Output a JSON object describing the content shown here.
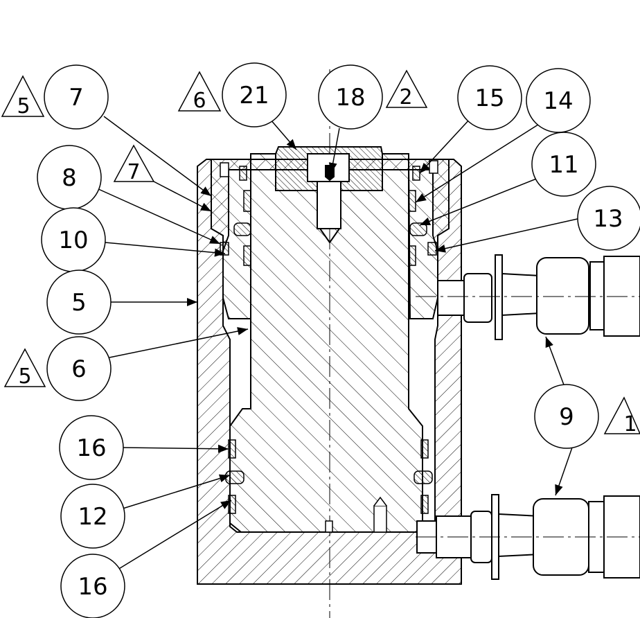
{
  "balloons": [
    {
      "id": "b7",
      "label": "7"
    },
    {
      "id": "b21",
      "label": "21"
    },
    {
      "id": "b18",
      "label": "18"
    },
    {
      "id": "b15",
      "label": "15"
    },
    {
      "id": "b14",
      "label": "14"
    },
    {
      "id": "b8",
      "label": "8"
    },
    {
      "id": "b11",
      "label": "11"
    },
    {
      "id": "b13",
      "label": "13"
    },
    {
      "id": "b10",
      "label": "10"
    },
    {
      "id": "b5",
      "label": "5"
    },
    {
      "id": "b6",
      "label": "6"
    },
    {
      "id": "b9",
      "label": "9"
    },
    {
      "id": "b16a",
      "label": "16"
    },
    {
      "id": "b12",
      "label": "12"
    },
    {
      "id": "b16b",
      "label": "16"
    }
  ],
  "revision_marks": [
    {
      "id": "t5a",
      "label": "5"
    },
    {
      "id": "t6",
      "label": "6"
    },
    {
      "id": "t2",
      "label": "2"
    },
    {
      "id": "t7",
      "label": "7"
    },
    {
      "id": "t5b",
      "label": "5"
    },
    {
      "id": "t1",
      "label": "1"
    }
  ]
}
